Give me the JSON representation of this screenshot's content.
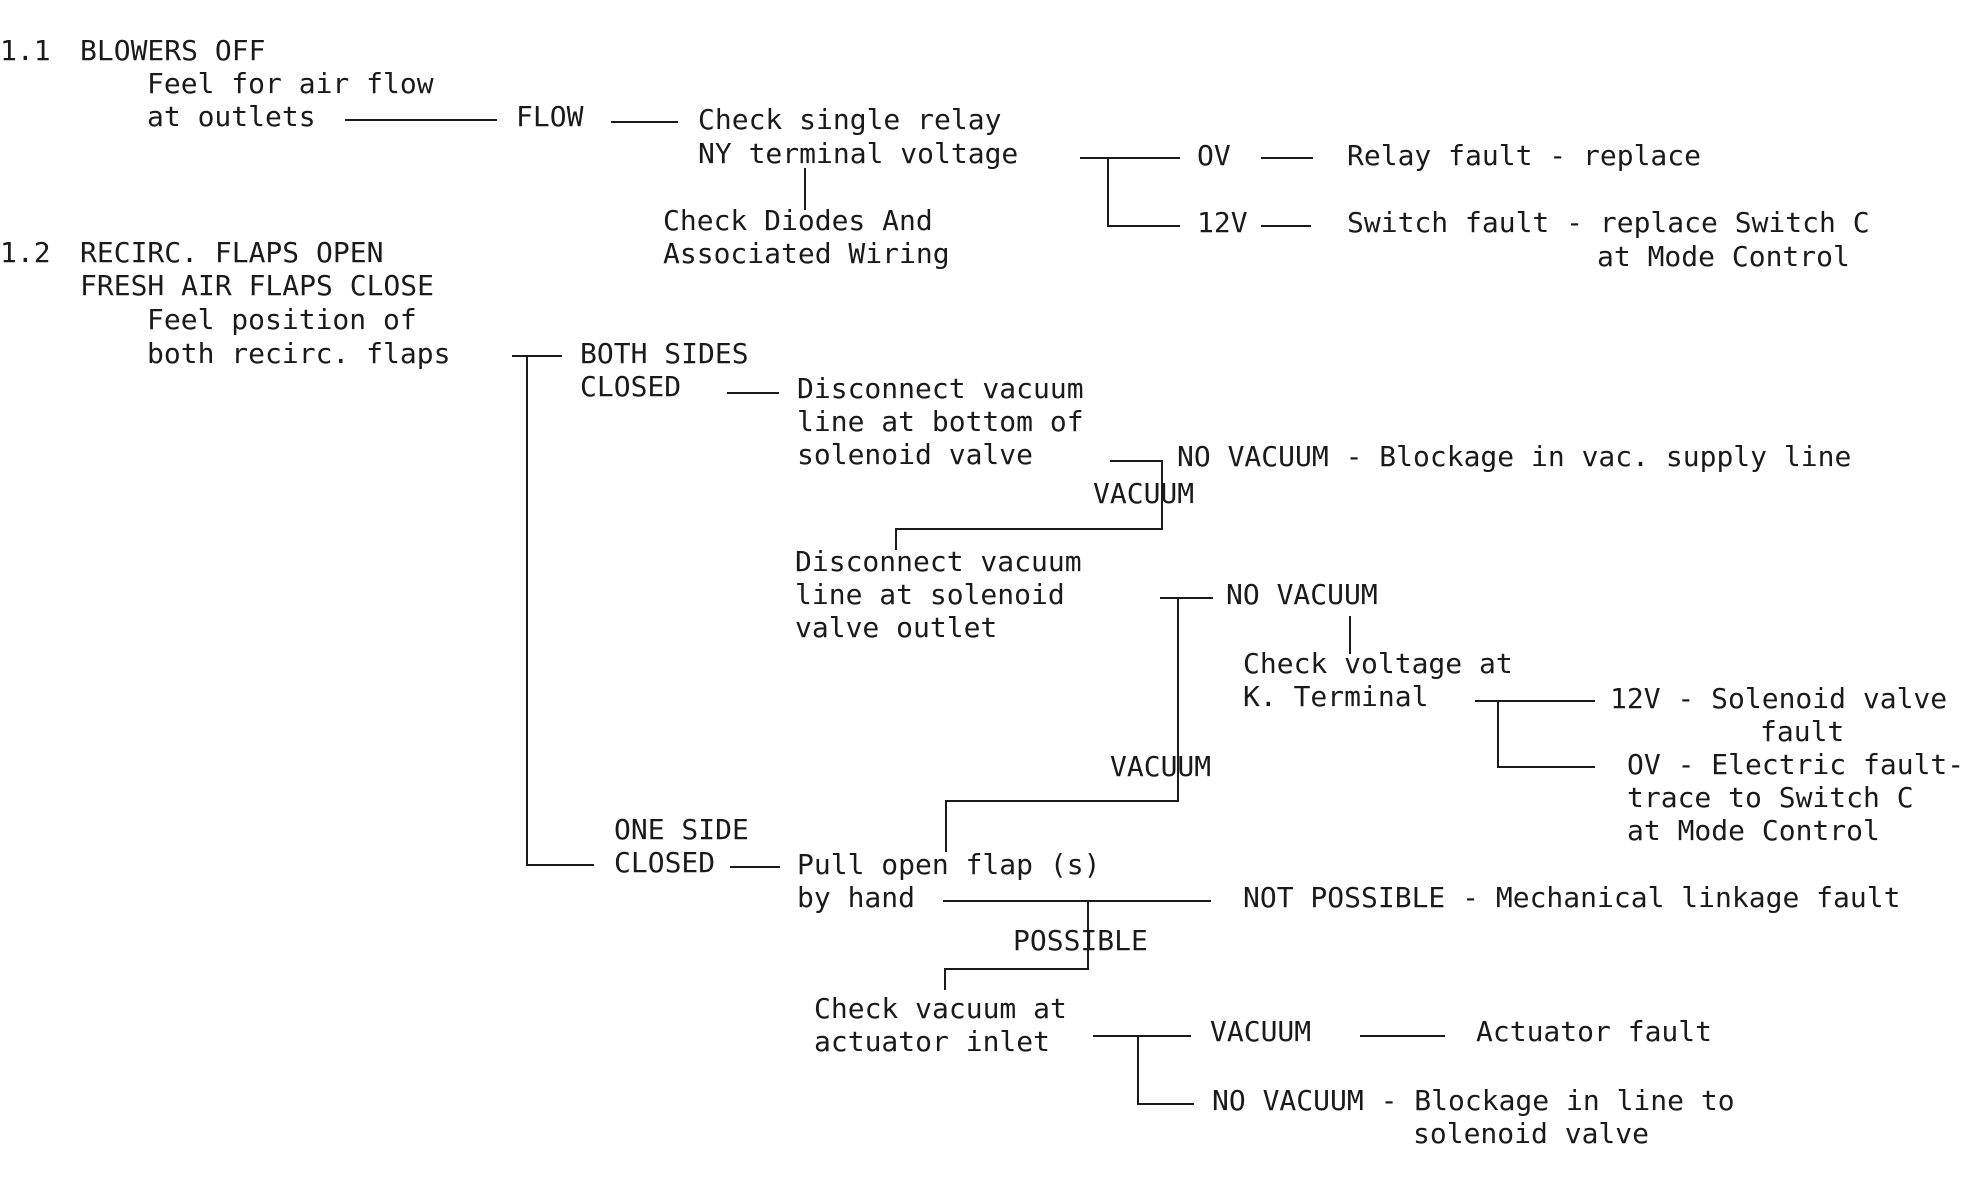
{
  "section_1_1": {
    "number": "1.1",
    "title": "BLOWERS OFF",
    "step": [
      "Feel for air flow",
      "at outlets"
    ],
    "flow_label": "FLOW",
    "relay_check": [
      "Check single relay",
      "NY terminal voltage"
    ],
    "diodes_check": [
      "Check Diodes And",
      "Associated Wiring"
    ],
    "ov_label": "OV",
    "ov_result": "Relay fault - replace",
    "v12_label": "12V",
    "v12_result": [
      "Switch fault - replace Switch C",
      "at Mode Control"
    ]
  },
  "section_1_2": {
    "number": "1.2",
    "title": [
      "RECIRC. FLAPS OPEN",
      "FRESH AIR FLAPS CLOSE"
    ],
    "step": [
      "Feel position of",
      "both recirc. flaps"
    ],
    "both_sides": [
      "BOTH SIDES",
      "CLOSED"
    ],
    "disconnect_bottom": [
      "Disconnect vacuum",
      "line at bottom of",
      "solenoid valve"
    ],
    "no_vacuum_supply": "NO VACUUM - Blockage in vac. supply line",
    "vacuum_1": "VACUUM",
    "disconnect_outlet": [
      "Disconnect vacuum",
      "line at solenoid",
      "valve outlet"
    ],
    "no_vacuum_2": "NO VACUUM",
    "check_voltage": [
      "Check voltage at",
      "K. Terminal"
    ],
    "v12_solenoid": [
      "12V - Solenoid valve",
      "fault"
    ],
    "ov_electric": [
      "OV - Electric fault-",
      "trace to Switch C",
      "at Mode Control"
    ],
    "vacuum_2": "VACUUM",
    "one_side": [
      "ONE SIDE",
      "CLOSED"
    ],
    "pull_flap": [
      "Pull open flap (s)",
      "by hand"
    ],
    "not_possible": "NOT POSSIBLE - Mechanical linkage fault",
    "possible": "POSSIBLE",
    "check_actuator": [
      "Check vacuum at",
      "actuator inlet"
    ],
    "vacuum_3": "VACUUM",
    "actuator_fault": "Actuator fault",
    "no_vacuum_line": [
      "NO VACUUM - Blockage in line to",
      "solenoid valve"
    ]
  }
}
